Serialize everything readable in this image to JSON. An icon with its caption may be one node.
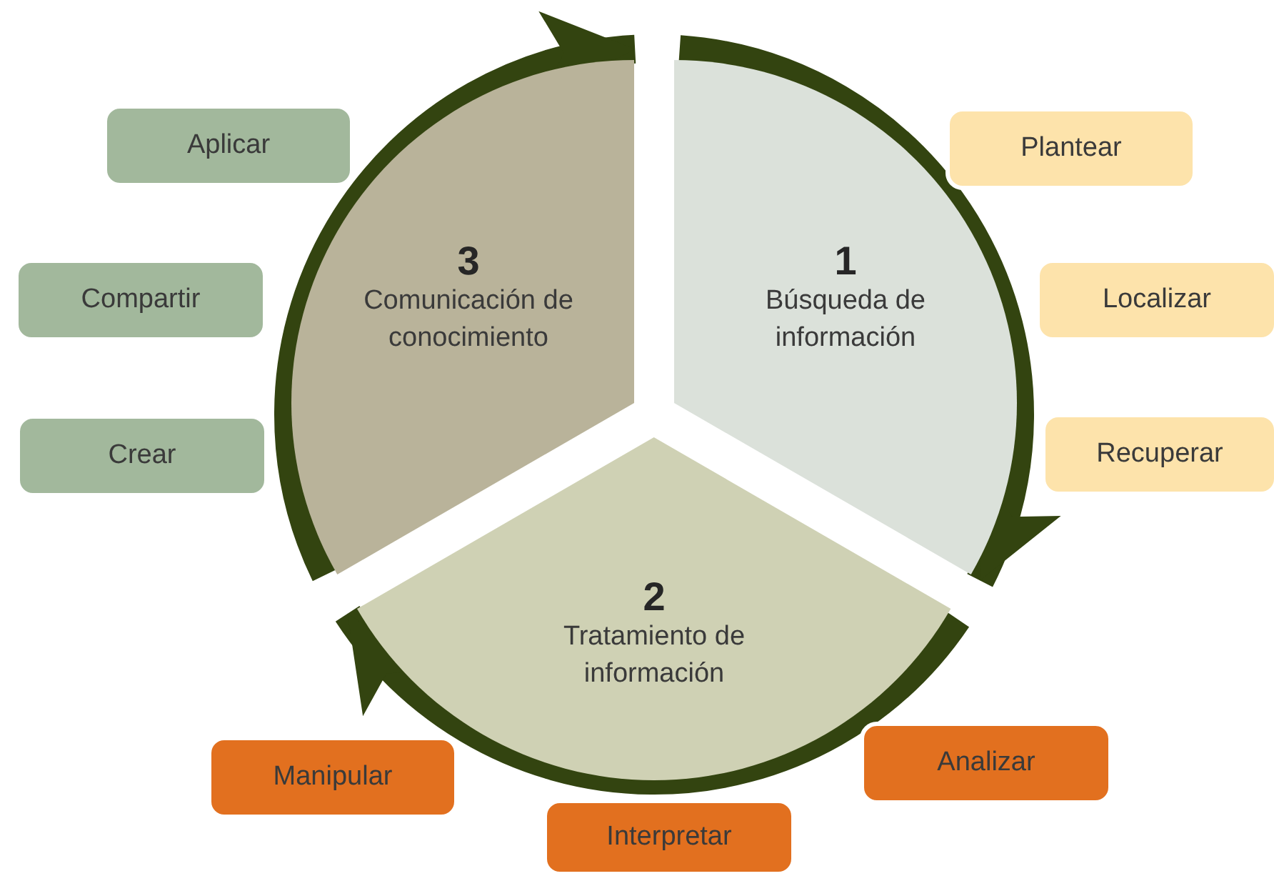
{
  "diagram": {
    "nodes": [
      {
        "text": [
          "1",
          "Búsqueda de información"
        ]
      },
      {
        "text": [
          "2",
          "Tratamiento de información"
        ]
      },
      {
        "text": [
          "3",
          "Comunicación de conocimiento"
        ]
      },
      {
        "text": [
          "Plantear"
        ]
      },
      {
        "text": [
          "Localizar"
        ]
      },
      {
        "text": [
          "Recuperar"
        ]
      },
      {
        "text": [
          "Aplicar"
        ]
      },
      {
        "text": [
          "Compartir"
        ]
      },
      {
        "text": [
          "Crear"
        ]
      },
      {
        "text": [
          "Manipular"
        ]
      },
      {
        "text": [
          "Interpretar"
        ]
      },
      {
        "text": [
          "Analizar"
        ]
      }
    ],
    "edges": [
      {
        "from": 0,
        "to": 1,
        "arrow": "to"
      },
      {
        "from": 1,
        "to": 2,
        "arrow": "to"
      },
      {
        "from": 2,
        "to": 0,
        "arrow": "to"
      }
    ]
  }
}
